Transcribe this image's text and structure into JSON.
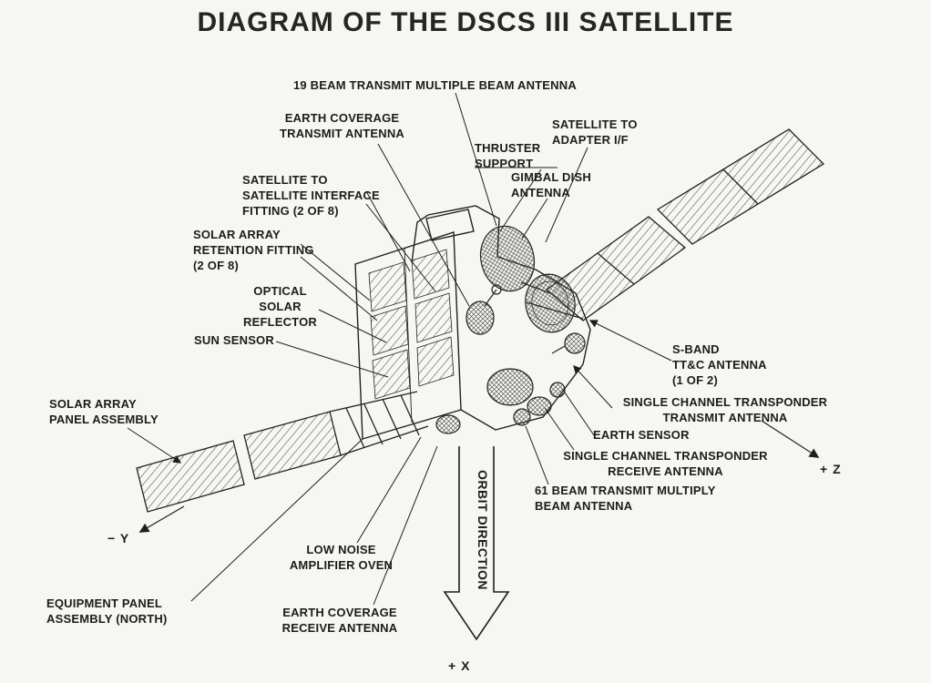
{
  "title": "DIAGRAM OF THE DSCS III SATELLITE",
  "colors": {
    "ink": "#1e1e1e",
    "paper": "#f6f6f3"
  },
  "labels": {
    "beam19": "19 BEAM TRANSMIT MULTIPLE BEAM ANTENNA",
    "earth_coverage_transmit": "EARTH COVERAGE\nTRANSMIT ANTENNA",
    "thruster_support": "THRUSTER\nSUPPORT",
    "satellite_to_adapter": "SATELLITE TO\nADAPTER I/F",
    "gimbal_dish": "GIMBAL DISH\nANTENNA",
    "sat_sat_interface": "SATELLITE TO\nSATELLITE INTERFACE\nFITTING (2 OF 8)",
    "solar_retention": "SOLAR ARRAY\nRETENTION FITTING\n(2 OF 8)",
    "optical_solar_reflector": "OPTICAL\nSOLAR\nREFLECTOR",
    "sun_sensor": "SUN SENSOR",
    "solar_array_panel": "SOLAR ARRAY\nPANEL ASSEMBLY",
    "s_band": "S-BAND\nTT&C ANTENNA\n(1 OF 2)",
    "sct_transmit": "SINGLE CHANNEL TRANSPONDER\nTRANSMIT ANTENNA",
    "earth_sensor": "EARTH SENSOR",
    "sct_receive": "SINGLE CHANNEL TRANSPONDER\nRECEIVE ANTENNA",
    "beam61": "61 BEAM TRANSMIT MULTIPLY\nBEAM ANTENNA",
    "orbit_direction": "ORBIT DIRECTION",
    "low_noise": "LOW NOISE\nAMPLIFIER OVEN",
    "equipment_panel": "EQUIPMENT PANEL\nASSEMBLY (NORTH)",
    "earth_coverage_receive": "EARTH COVERAGE\nRECEIVE ANTENNA",
    "axis_minus_y": "− Y",
    "axis_plus_z": "+ Z",
    "axis_plus_x": "+ X"
  }
}
